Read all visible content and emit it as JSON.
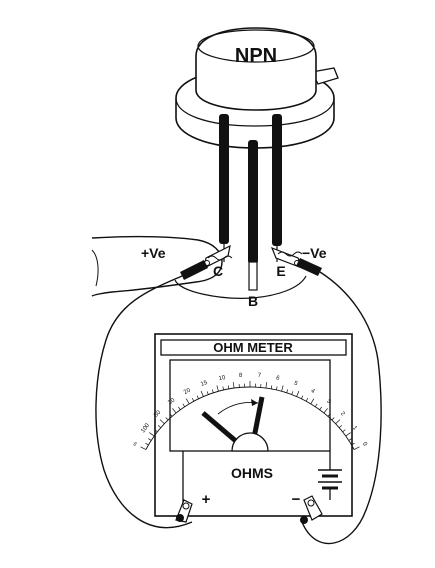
{
  "transistor": {
    "label": "NPN"
  },
  "leads": {
    "collector": "C",
    "base": "B",
    "emitter": "E"
  },
  "probes": {
    "positive": "+Ve",
    "negative": "−Ve"
  },
  "meter": {
    "title": "OHM METER",
    "unit_label": "OHMS",
    "plus_terminal": "+",
    "minus_terminal": "−",
    "scale_marks": [
      "∞",
      "100",
      "50",
      "30",
      "20",
      "15",
      "10",
      "8",
      "7",
      "6",
      "5",
      "4",
      "3",
      "2",
      "1",
      "0"
    ]
  },
  "icons": {
    "battery": "battery-icon",
    "hand": "finger-icon"
  }
}
